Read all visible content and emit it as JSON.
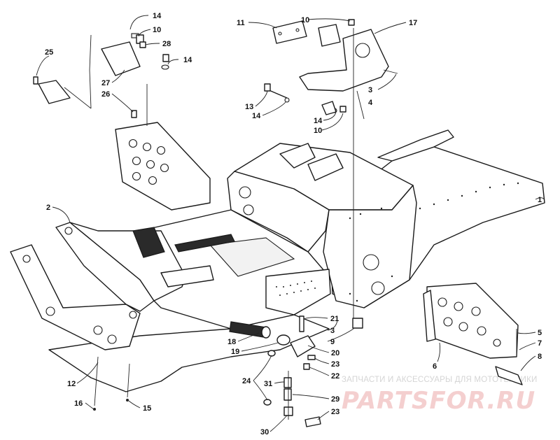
{
  "diagram": {
    "callouts": [
      {
        "id": "c-14a",
        "label": "14"
      },
      {
        "id": "c-10a",
        "label": "10"
      },
      {
        "id": "c-28",
        "label": "28"
      },
      {
        "id": "c-14b",
        "label": "14"
      },
      {
        "id": "c-25",
        "label": "25"
      },
      {
        "id": "c-27",
        "label": "27"
      },
      {
        "id": "c-26",
        "label": "26"
      },
      {
        "id": "c-11",
        "label": "11"
      },
      {
        "id": "c-10b",
        "label": "10"
      },
      {
        "id": "c-17",
        "label": "17"
      },
      {
        "id": "c-3a",
        "label": "3"
      },
      {
        "id": "c-4",
        "label": "4"
      },
      {
        "id": "c-13",
        "label": "13"
      },
      {
        "id": "c-14c",
        "label": "14"
      },
      {
        "id": "c-14d",
        "label": "14"
      },
      {
        "id": "c-10c",
        "label": "10"
      },
      {
        "id": "c-1",
        "label": "1"
      },
      {
        "id": "c-2",
        "label": "2"
      },
      {
        "id": "c-21",
        "label": "21"
      },
      {
        "id": "c-3b",
        "label": "3"
      },
      {
        "id": "c-9",
        "label": "9"
      },
      {
        "id": "c-18",
        "label": "18"
      },
      {
        "id": "c-19",
        "label": "19"
      },
      {
        "id": "c-20",
        "label": "20"
      },
      {
        "id": "c-23a",
        "label": "23"
      },
      {
        "id": "c-22",
        "label": "22"
      },
      {
        "id": "c-24",
        "label": "24"
      },
      {
        "id": "c-31",
        "label": "31"
      },
      {
        "id": "c-29",
        "label": "29"
      },
      {
        "id": "c-23b",
        "label": "23"
      },
      {
        "id": "c-30",
        "label": "30"
      },
      {
        "id": "c-12",
        "label": "12"
      },
      {
        "id": "c-16",
        "label": "16"
      },
      {
        "id": "c-15",
        "label": "15"
      },
      {
        "id": "c-6",
        "label": "6"
      },
      {
        "id": "c-5",
        "label": "5"
      },
      {
        "id": "c-7",
        "label": "7"
      },
      {
        "id": "c-8",
        "label": "8"
      }
    ]
  },
  "watermark": {
    "line1": "ЗАПЧАСТИ И АКСЕССУАРЫ ДЛЯ МОТОТЕХНИКИ",
    "line2": "PARTSFOR.RU"
  },
  "colors": {
    "ink": "#1a1a1a",
    "paper": "#ffffff",
    "watermark_text": "#d5d5d5",
    "watermark_logo": "#f4cfcf"
  }
}
